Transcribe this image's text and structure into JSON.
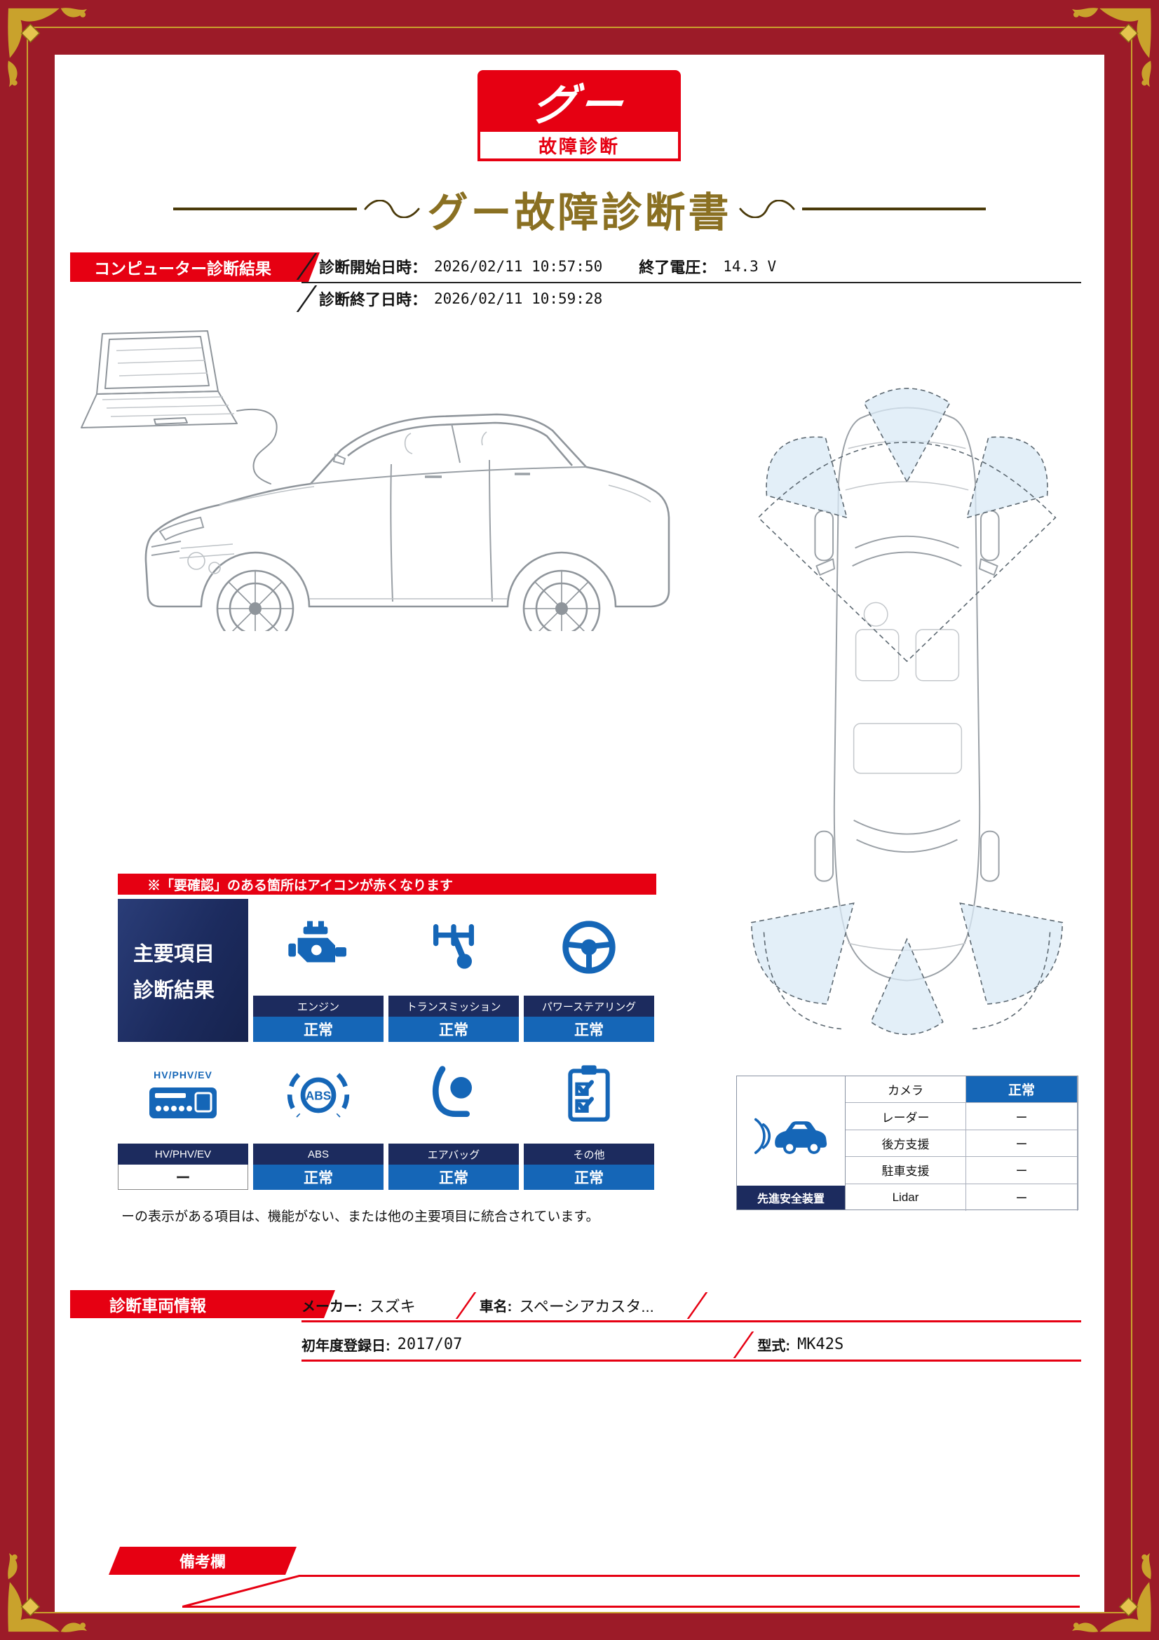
{
  "logo": {
    "main": "グー",
    "sub": "故障診断"
  },
  "title": "グー故障診断書",
  "computer_diagnosis": {
    "section_label": "コンピューター診断結果",
    "start_label": "診断開始日時：",
    "start_value": "2026/02/11 10:57:50",
    "voltage_label": "終了電圧：",
    "voltage_value": "14.3 V",
    "end_label": "診断終了日時：",
    "end_value": "2026/02/11 10:59:28"
  },
  "notice": "※「要確認」のある箇所はアイコンが赤くなります",
  "main_grid": {
    "header_line1": "主要項目",
    "header_line2": "診断結果",
    "hv_icon_text": "HV/PHV/EV",
    "abs_icon_text": "ABS",
    "items": [
      {
        "icon": "engine-icon",
        "label": "エンジン",
        "status": "正常"
      },
      {
        "icon": "transmission-icon",
        "label": "トランスミッション",
        "status": "正常"
      },
      {
        "icon": "steering-icon",
        "label": "パワーステアリング",
        "status": "正常"
      },
      {
        "icon": "hv-phv-ev-icon",
        "label": "HV/PHV/EV",
        "status": "ー"
      },
      {
        "icon": "abs-icon",
        "label": "ABS",
        "status": "正常"
      },
      {
        "icon": "airbag-icon",
        "label": "エアバッグ",
        "status": "正常"
      },
      {
        "icon": "checklist-icon",
        "label": "その他",
        "status": "正常"
      }
    ],
    "footnote": "ーの表示がある項目は、機能がない、または他の主要項目に統合されています。"
  },
  "safety_panel": {
    "label": "先進安全装置",
    "rows": [
      {
        "name": "カメラ",
        "value": "正常"
      },
      {
        "name": "レーダー",
        "value": "ー"
      },
      {
        "name": "後方支援",
        "value": "ー"
      },
      {
        "name": "駐車支援",
        "value": "ー"
      },
      {
        "name": "Lidar",
        "value": "ー"
      }
    ]
  },
  "vehicle_info": {
    "section_label": "診断車両情報",
    "maker_label": "メーカー:",
    "maker_value": "スズキ",
    "name_label": "車名:",
    "name_value": "スペーシアカスタ...",
    "registration_label": "初年度登録日:",
    "registration_value": "2017/07",
    "model_label": "型式:",
    "model_value": "MK42S"
  },
  "remarks": {
    "section_label": "備考欄"
  },
  "colors": {
    "frame_red": "#9C1B28",
    "accent_red": "#E60012",
    "navy": "#1C2B5E",
    "status_blue": "#1566B7",
    "icon_blue": "#1566B7",
    "gold": "#C9A22C",
    "title_bronze": "#8a7022",
    "sensor_fan_blue": "#d9eaf6"
  }
}
